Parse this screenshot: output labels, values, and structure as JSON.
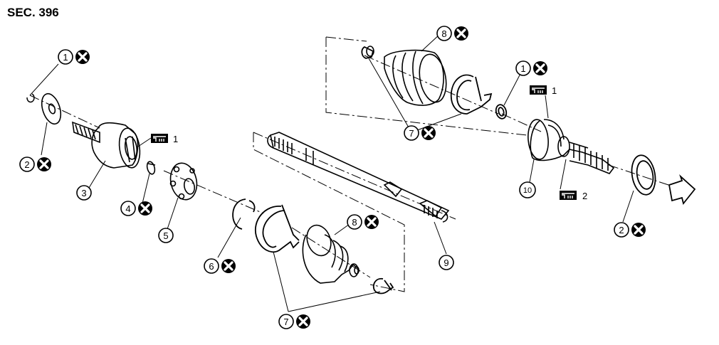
{
  "section_label": "SEC. 396",
  "parts": [
    {
      "id": "p1a",
      "number": "1",
      "replace": true
    },
    {
      "id": "p2a",
      "number": "2",
      "replace": true
    },
    {
      "id": "p3",
      "number": "3",
      "replace": false
    },
    {
      "id": "p4",
      "number": "4",
      "replace": true
    },
    {
      "id": "p5",
      "number": "5",
      "replace": false
    },
    {
      "id": "p6",
      "number": "6",
      "replace": true
    },
    {
      "id": "p7a",
      "number": "7",
      "replace": true
    },
    {
      "id": "p8a",
      "number": "8",
      "replace": true
    },
    {
      "id": "p9",
      "number": "9",
      "replace": false
    },
    {
      "id": "p8b",
      "number": "8",
      "replace": true
    },
    {
      "id": "p7b",
      "number": "7",
      "replace": true
    },
    {
      "id": "p1b",
      "number": "1",
      "replace": true
    },
    {
      "id": "p10",
      "number": "10",
      "replace": false
    },
    {
      "id": "p2b",
      "number": "2",
      "replace": true
    }
  ],
  "lubricant_marks": [
    {
      "id": "g1",
      "label": "1"
    },
    {
      "id": "g2",
      "label": "1"
    },
    {
      "id": "g3",
      "label": "2"
    }
  ],
  "icons": {
    "replace": "circled-x-icon",
    "grease": "grease-symbol-icon",
    "direction": "direction-arrow-icon"
  }
}
